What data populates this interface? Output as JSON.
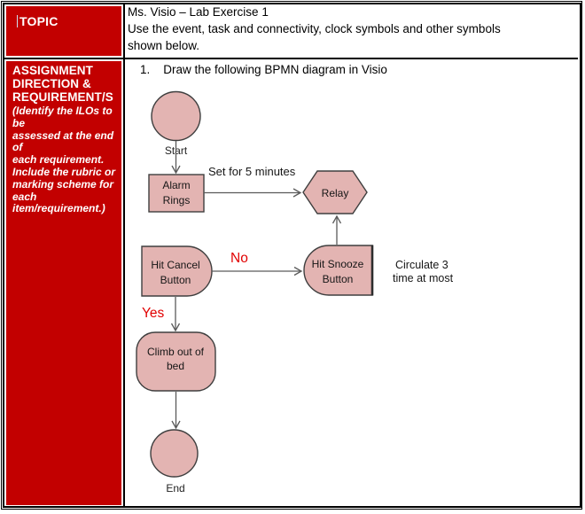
{
  "sidebar": {
    "topic_label": "TOPIC",
    "assignment_title_lines": [
      "ASSIGNMENT",
      "DIRECTION &",
      "REQUIREMENT/S"
    ],
    "assignment_note_lines": [
      "(Identify the ILOs to be",
      "assessed at the end of",
      "each requirement.",
      "Include the rubric or",
      "marking scheme for",
      "each item/requirement.)"
    ]
  },
  "topic": {
    "title": "Ms. Visio – Lab Exercise 1",
    "description_lines": [
      "Use the event, task and connectivity, clock symbols and other symbols",
      "shown below."
    ]
  },
  "task": {
    "number": "1.",
    "text": "Draw the following BPMN diagram in Visio"
  },
  "diagram": {
    "start_label": "Start",
    "alarm_task": {
      "line1": "Alarm",
      "line2": "Rings"
    },
    "set_timer_label": "Set for 5 minutes",
    "relay_label": "Relay",
    "cancel_task": {
      "line1": "Hit Cancel",
      "line2": "Button"
    },
    "no_label": "No",
    "snooze_task": {
      "line1": "Hit Snooze",
      "line2": "Button"
    },
    "circulate_note": {
      "line1": "Circulate 3",
      "line2": "time at most"
    },
    "yes_label": "Yes",
    "climb_task": {
      "line1": "Climb out of",
      "line2": "bed"
    },
    "end_label": "End"
  },
  "colors": {
    "sidebar_red": "#c20000",
    "shape_fill": "#e3b4b2",
    "shape_stroke": "#3f3f3f",
    "connector": "#5a5a5a",
    "decision_red": "#e10000"
  }
}
